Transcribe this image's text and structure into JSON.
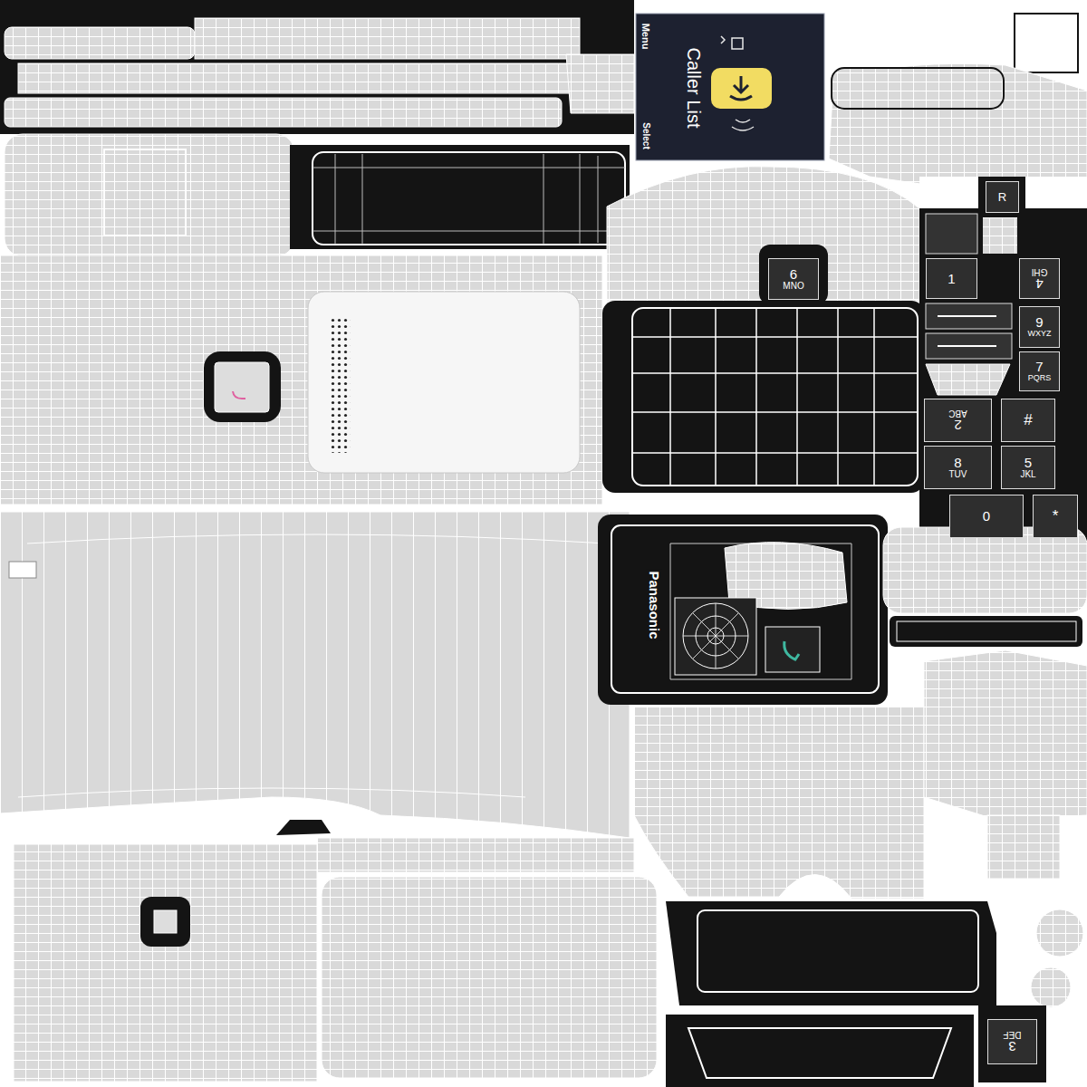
{
  "diagram": {
    "nodes": [
      {
        "text": [
          "Menu",
          "Caller List",
          "Select"
        ]
      },
      {
        "text": [
          "R"
        ]
      },
      {
        "text": [
          "6",
          "MNO"
        ]
      },
      {
        "text": [
          "1"
        ]
      },
      {
        "text": [
          "4",
          "GHI"
        ]
      },
      {
        "text": [
          "9",
          "WXYZ"
        ]
      },
      {
        "text": [
          "7",
          "PQRS"
        ]
      },
      {
        "text": [
          "2",
          "ABC"
        ]
      },
      {
        "text": [
          "#"
        ]
      },
      {
        "text": [
          "8",
          "TUV"
        ]
      },
      {
        "text": [
          "5",
          "JKL"
        ]
      },
      {
        "text": [
          "0"
        ]
      },
      {
        "text": [
          "*"
        ]
      },
      {
        "text": [
          "3",
          "DEF"
        ]
      }
    ],
    "labels": [
      "Panasonic"
    ]
  }
}
